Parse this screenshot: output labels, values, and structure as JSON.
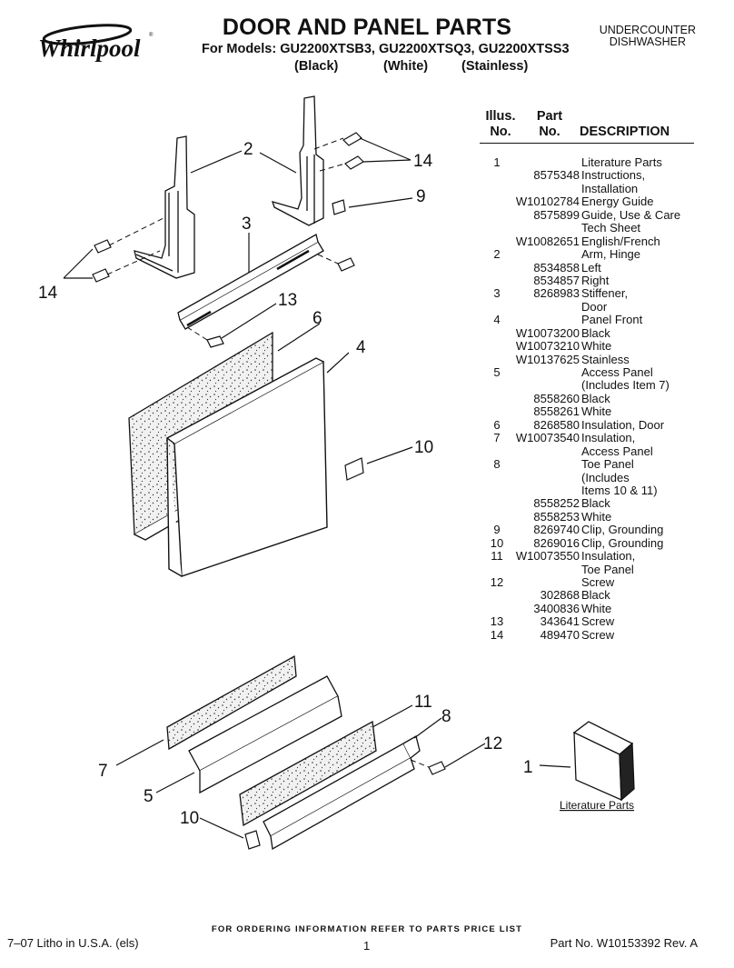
{
  "brand": "Whirlpool",
  "title": "DOOR AND PANEL PARTS",
  "models_line": "For Models: GU2200XTSB3, GU2200XTSQ3, GU2200XTSS3",
  "model_colors": [
    "(Black)",
    "(White)",
    "(Stainless)"
  ],
  "category": [
    "UNDERCOUNTER",
    "DISHWASHER"
  ],
  "table": {
    "col_illus": [
      "Illus.",
      "No."
    ],
    "col_part": [
      "Part",
      "No."
    ],
    "col_desc": "DESCRIPTION",
    "rows": [
      {
        "illus": "1",
        "part": "",
        "desc": "Literature Parts"
      },
      {
        "illus": "",
        "part": "8575348",
        "desc": "Instructions,"
      },
      {
        "illus": "",
        "part": "",
        "desc": "Installation"
      },
      {
        "illus": "",
        "part": "W10102784",
        "desc": "Energy Guide"
      },
      {
        "illus": "",
        "part": "8575899",
        "desc": "Guide, Use & Care"
      },
      {
        "illus": "",
        "part": "",
        "desc": "Tech Sheet"
      },
      {
        "illus": "",
        "part": "W10082651",
        "desc": "English/French"
      },
      {
        "illus": "2",
        "part": "",
        "desc": "Arm, Hinge"
      },
      {
        "illus": "",
        "part": "8534858",
        "desc": "Left"
      },
      {
        "illus": "",
        "part": "8534857",
        "desc": "Right"
      },
      {
        "illus": "3",
        "part": "8268983",
        "desc": "Stiffener,"
      },
      {
        "illus": "",
        "part": "",
        "desc": "Door"
      },
      {
        "illus": "4",
        "part": "",
        "desc": "Panel Front"
      },
      {
        "illus": "",
        "part": "W10073200",
        "desc": "Black"
      },
      {
        "illus": "",
        "part": "W10073210",
        "desc": "White"
      },
      {
        "illus": "",
        "part": "W10137625",
        "desc": "Stainless"
      },
      {
        "illus": "5",
        "part": "",
        "desc": "Access Panel"
      },
      {
        "illus": "",
        "part": "",
        "desc": "(Includes Item 7)"
      },
      {
        "illus": "",
        "part": "8558260",
        "desc": "Black"
      },
      {
        "illus": "",
        "part": "8558261",
        "desc": "White"
      },
      {
        "illus": "6",
        "part": "8268580",
        "desc": "Insulation, Door"
      },
      {
        "illus": "7",
        "part": "W10073540",
        "desc": "Insulation,"
      },
      {
        "illus": "",
        "part": "",
        "desc": "Access Panel"
      },
      {
        "illus": "8",
        "part": "",
        "desc": "Toe Panel"
      },
      {
        "illus": "",
        "part": "",
        "desc": "(Includes"
      },
      {
        "illus": "",
        "part": "",
        "desc": "Items 10 & 11)"
      },
      {
        "illus": "",
        "part": "8558252",
        "desc": "Black"
      },
      {
        "illus": "",
        "part": "8558253",
        "desc": "White"
      },
      {
        "illus": "9",
        "part": "8269740",
        "desc": "Clip, Grounding"
      },
      {
        "illus": "10",
        "part": "8269016",
        "desc": "Clip, Grounding"
      },
      {
        "illus": "11",
        "part": "W10073550",
        "desc": "Insulation,"
      },
      {
        "illus": "",
        "part": "",
        "desc": "Toe Panel"
      },
      {
        "illus": "12",
        "part": "",
        "desc": "Screw"
      },
      {
        "illus": "",
        "part": "302868",
        "desc": "Black"
      },
      {
        "illus": "",
        "part": "3400836",
        "desc": "White"
      },
      {
        "illus": "13",
        "part": "343641",
        "desc": "Screw"
      },
      {
        "illus": "14",
        "part": "489470",
        "desc": "Screw"
      }
    ]
  },
  "diagram": {
    "callouts": [
      "2",
      "14",
      "9",
      "3",
      "14",
      "13",
      "6",
      "4",
      "10",
      "11",
      "8",
      "12",
      "7",
      "5",
      "10",
      "1"
    ],
    "literature_label": "Literature Parts"
  },
  "footer": {
    "order_note": "FOR ORDERING INFORMATION REFER TO PARTS PRICE LIST",
    "left": "7–07 Litho in U.S.A. (els)",
    "page": "1",
    "right": "Part No. W10153392 Rev. A"
  }
}
